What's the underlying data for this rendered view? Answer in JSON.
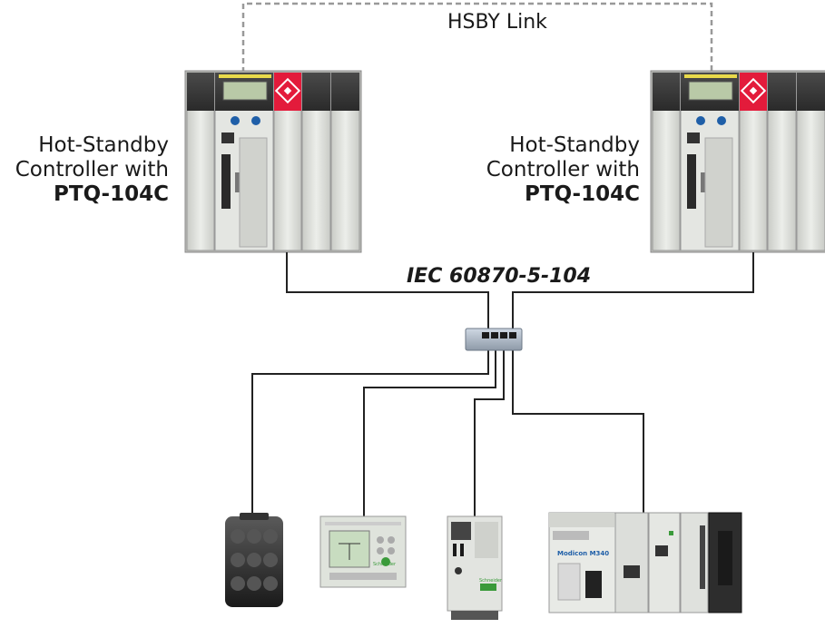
{
  "hsby_link_label": "HSBY Link",
  "protocol_label": "IEC 60870-5-104",
  "controllers": [
    {
      "line1": "Hot-Standby",
      "line2": "Controller with",
      "model": "PTQ-104C"
    },
    {
      "line1": "Hot-Standby",
      "line2": "Controller with",
      "model": "PTQ-104C"
    }
  ],
  "devices": [
    {
      "icon": "keypad-module-icon"
    },
    {
      "icon": "hmi-panel-icon",
      "brand": "Schneider"
    },
    {
      "icon": "io-module-icon",
      "brand": "Schneider"
    },
    {
      "icon": "modicon-plc-rack-icon",
      "label": "Modicon M340"
    }
  ],
  "colors": {
    "accent_red": "#e31b3b",
    "lcd_green": "#b9c9a7",
    "rack_gray": "#d9dbd6",
    "wire": "#222222"
  }
}
